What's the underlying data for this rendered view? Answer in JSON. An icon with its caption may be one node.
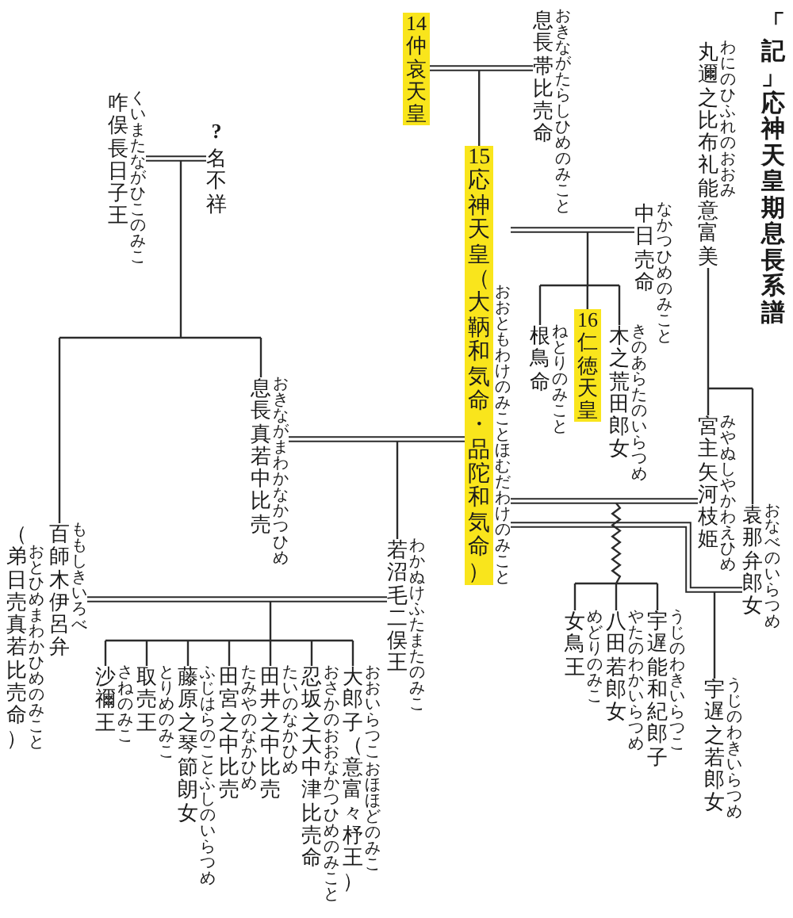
{
  "diagram": {
    "title": "「記」応神天皇期息長系譜",
    "nodes": [
      {
        "text": [
          "丸邇之比布礼能意富美",
          "わにのひふれのおおみ"
        ]
      },
      {
        "text": [
          "息長帯比売命",
          "おきながたらしひめのみこと"
        ]
      },
      {
        "text": [
          "14仲哀天皇"
        ]
      },
      {
        "text": [
          "?",
          "名不祥"
        ]
      },
      {
        "text": [
          "咋俣長日子王",
          "くいまたながひこのみこ"
        ]
      },
      {
        "text": [
          "中日売命",
          "なかつひめのみこと"
        ]
      },
      {
        "text": [
          "15応神天皇（大鞆和気命・品陀和気命）",
          "おおともわけのみこと",
          "ほむだわけのみこと"
        ]
      },
      {
        "text": [
          "木之荒田郎女",
          "きのあらたのいらつめ"
        ]
      },
      {
        "text": [
          "16仁徳天皇"
        ]
      },
      {
        "text": [
          "根鳥命",
          "ねとりのみこと"
        ]
      },
      {
        "text": [
          "袁那弁郎女",
          "おなべのいらつめ"
        ]
      },
      {
        "text": [
          "宮主矢河枝姫",
          "みやぬしやかわえひめ"
        ]
      },
      {
        "text": [
          "息長真若中比売",
          "おきながまわかなかつひめ"
        ]
      },
      {
        "text": [
          "百師木伊呂弁",
          "ももしきいろべ",
          "（弟日売真若比売命）",
          "おとひめまわかひめのみこと"
        ]
      },
      {
        "text": [
          "宇遅之若郎女",
          "うじのわきいらつめ"
        ]
      },
      {
        "text": [
          "宇遅能和紀郎子",
          "うじのわきいらつこ"
        ]
      },
      {
        "text": [
          "八田若郎女",
          "やたのわかいらつめ"
        ]
      },
      {
        "text": [
          "女鳥王",
          "めどりのみこ"
        ]
      },
      {
        "text": [
          "若沼毛二俣王",
          "わかぬけふたまたのみこ"
        ]
      },
      {
        "text": [
          "大郎子（意富々杼王）",
          "おおいらつこ",
          "おほほどのみこ"
        ]
      },
      {
        "text": [
          "忍坂之大中津比売命",
          "おさかのおおなかつひめのみこと"
        ]
      },
      {
        "text": [
          "田井之中比売",
          "たいのなかひめ"
        ]
      },
      {
        "text": [
          "田宮之中比売",
          "たみやのなかひめ"
        ]
      },
      {
        "text": [
          "藤原之琴節朗女",
          "ふじはらのことふしのいらつめ"
        ]
      },
      {
        "text": [
          "取売王",
          "とりめのみこ"
        ]
      },
      {
        "text": [
          "沙禰王",
          "さねのみこ"
        ]
      }
    ],
    "edges": [
      {
        "from": 2,
        "to": 1,
        "arrow": "none"
      },
      {
        "from": 4,
        "to": 3,
        "arrow": "none"
      },
      {
        "from": 6,
        "to": 5,
        "arrow": "none"
      },
      {
        "from": 6,
        "to": 11,
        "arrow": "none"
      },
      {
        "from": 6,
        "to": 10,
        "arrow": "none"
      },
      {
        "from": 12,
        "to": 6,
        "arrow": "none"
      },
      {
        "from": 13,
        "to": 18,
        "arrow": "none"
      },
      {
        "from": 2,
        "to": 6,
        "arrow": "none"
      },
      {
        "from": 1,
        "to": 6,
        "arrow": "none"
      },
      {
        "from": 4,
        "to": 12,
        "arrow": "none"
      },
      {
        "from": 3,
        "to": 12,
        "arrow": "none"
      },
      {
        "from": 4,
        "to": 13,
        "arrow": "none"
      },
      {
        "from": 3,
        "to": 13,
        "arrow": "none"
      },
      {
        "from": 0,
        "to": 11,
        "arrow": "none"
      },
      {
        "from": 0,
        "to": 10,
        "arrow": "none"
      },
      {
        "from": 6,
        "to": 7,
        "arrow": "none"
      },
      {
        "from": 5,
        "to": 7,
        "arrow": "none"
      },
      {
        "from": 6,
        "to": 8,
        "arrow": "none"
      },
      {
        "from": 5,
        "to": 8,
        "arrow": "none"
      },
      {
        "from": 6,
        "to": 9,
        "arrow": "none"
      },
      {
        "from": 5,
        "to": 9,
        "arrow": "none"
      },
      {
        "from": 6,
        "to": 14,
        "arrow": "none"
      },
      {
        "from": 10,
        "to": 14,
        "arrow": "none"
      },
      {
        "from": 6,
        "to": 15,
        "arrow": "none"
      },
      {
        "from": 11,
        "to": 15,
        "arrow": "none"
      },
      {
        "from": 6,
        "to": 16,
        "arrow": "none"
      },
      {
        "from": 11,
        "to": 16,
        "arrow": "none"
      },
      {
        "from": 6,
        "to": 17,
        "arrow": "none"
      },
      {
        "from": 11,
        "to": 17,
        "arrow": "none"
      },
      {
        "from": 6,
        "to": 18,
        "arrow": "none"
      },
      {
        "from": 12,
        "to": 18,
        "arrow": "none"
      },
      {
        "from": 18,
        "to": 19,
        "arrow": "none"
      },
      {
        "from": 13,
        "to": 19,
        "arrow": "none"
      },
      {
        "from": 18,
        "to": 20,
        "arrow": "none"
      },
      {
        "from": 13,
        "to": 20,
        "arrow": "none"
      },
      {
        "from": 18,
        "to": 21,
        "arrow": "none"
      },
      {
        "from": 13,
        "to": 21,
        "arrow": "none"
      },
      {
        "from": 18,
        "to": 22,
        "arrow": "none"
      },
      {
        "from": 13,
        "to": 22,
        "arrow": "none"
      },
      {
        "from": 18,
        "to": 23,
        "arrow": "none"
      },
      {
        "from": 13,
        "to": 23,
        "arrow": "none"
      },
      {
        "from": 18,
        "to": 24,
        "arrow": "none"
      },
      {
        "from": 13,
        "to": 24,
        "arrow": "none"
      },
      {
        "from": 18,
        "to": 25,
        "arrow": "none"
      },
      {
        "from": 13,
        "to": 25,
        "arrow": "none"
      }
    ]
  }
}
